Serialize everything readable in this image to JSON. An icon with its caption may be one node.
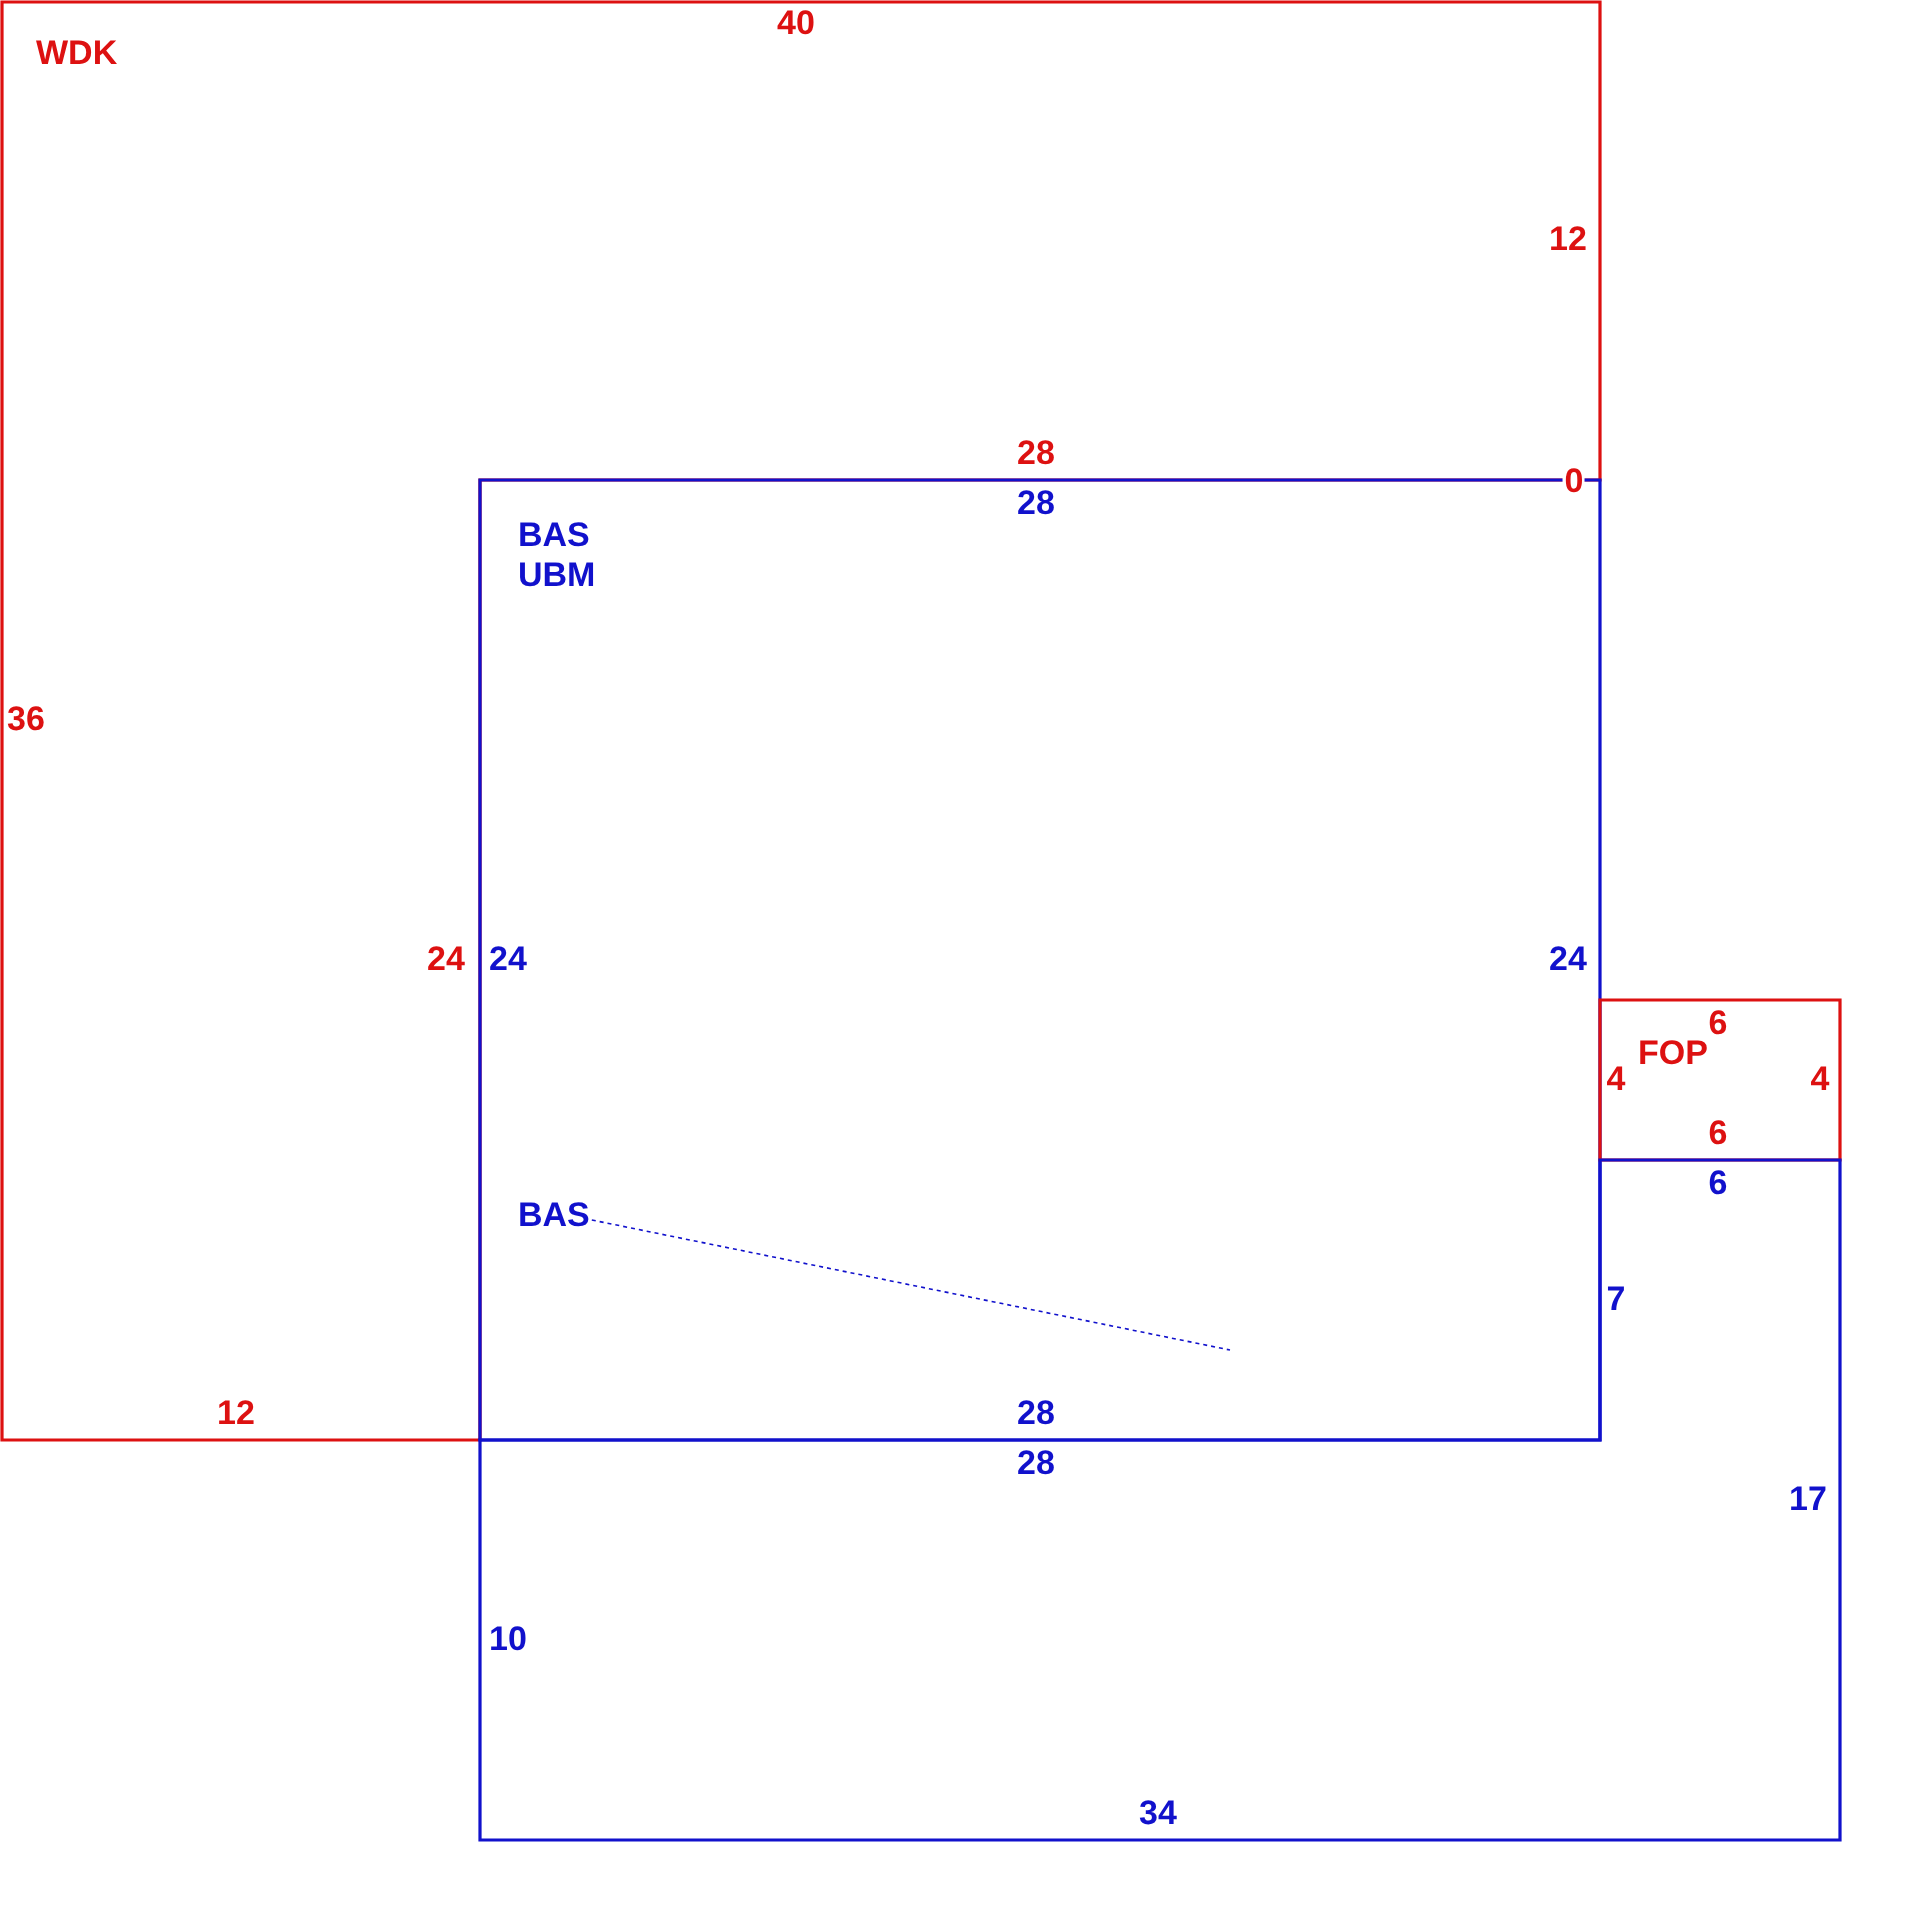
{
  "diagram": {
    "nodes": [
      {
        "text": [
          "WDK"
        ]
      },
      {
        "text": [
          "BAS UBM"
        ]
      },
      {
        "text": [
          "FOP"
        ]
      },
      {
        "text": [
          "BAS"
        ],
        "in": 1
      },
      {
        "text": [],
        "shape": "box"
      }
    ],
    "edges": [
      {
        "from": 3,
        "to": 1,
        "arrow": "none",
        "style": "dashed"
      }
    ],
    "labels": [
      "40",
      "12",
      "28",
      "0",
      "28",
      "36",
      "24",
      "24",
      "24",
      "6",
      "4",
      "4",
      "6",
      "6",
      "7",
      "12",
      "28",
      "28",
      "17",
      "10",
      "34"
    ]
  }
}
